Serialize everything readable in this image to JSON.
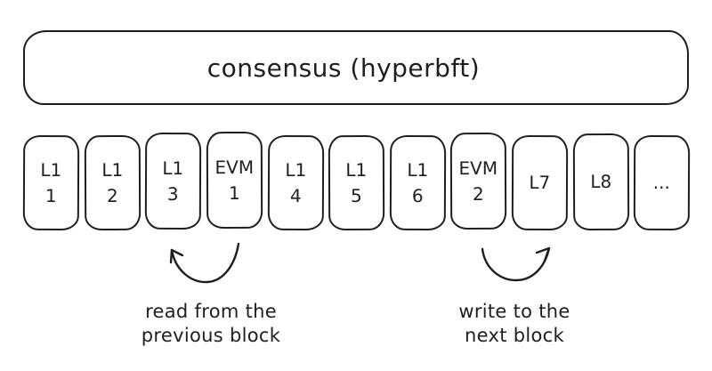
{
  "canvas": {
    "colors": {
      "stroke": "#1e1e1e",
      "background": "#ffffff"
    }
  },
  "consensus": {
    "label": "consensus (hyperbft)"
  },
  "blocks": [
    {
      "line1": "L1",
      "line2": "1"
    },
    {
      "line1": "L1",
      "line2": "2"
    },
    {
      "line1": "L1",
      "line2": "3"
    },
    {
      "line1": "EVM",
      "line2": "1"
    },
    {
      "line1": "L1",
      "line2": "4"
    },
    {
      "line1": "L1",
      "line2": "5"
    },
    {
      "line1": "L1",
      "line2": "6"
    },
    {
      "line1": "EVM",
      "line2": "2"
    },
    {
      "line1": "L7",
      "line2": ""
    },
    {
      "line1": "L8",
      "line2": ""
    },
    {
      "line1": "...",
      "line2": ""
    }
  ],
  "annotations": {
    "read": {
      "line1": "read from the",
      "line2": "previous block",
      "icon": "curved-arrow-up-left"
    },
    "write": {
      "line1": "write to the",
      "line2": "next block",
      "icon": "curved-arrow-up-right"
    }
  }
}
